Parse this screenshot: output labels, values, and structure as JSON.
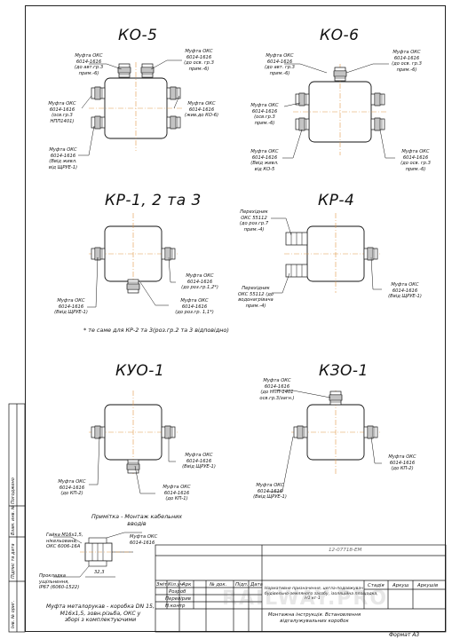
{
  "titles": {
    "ko5": "КО-5",
    "ko6": "КО-6",
    "kr123": "КР-1, 2 та 3",
    "kr4": "КР-4",
    "kuo1": "КУО-1",
    "kzo1": "КЗО-1"
  },
  "ko5": {
    "tl": "Муфта ОКС\n6014-1616\n(до авт.гр.3\nприм.-6)",
    "tr": "Муфта ОКС\n6014-1616\n(до осв. гр.3\nприм.-6)",
    "ml": "Муфта ОКС\n6014-1616\n(осв.гр.3\nНПП1401)",
    "mr": "Муфта ОКС\n6014-1616\n(жив.до КО-6)",
    "bl": "Муфта ОКС\n6014-1616\n(Ввід живл.\nвід ЩРУЕ-1)"
  },
  "ko6": {
    "tl": "Муфта ОКС\n6014-1616\n(до авт. гр.3\nприм.-6)",
    "tr": "Муфта ОКС\n6014-1616\n(до осв. гр.3\nприм.-6)",
    "ml": "Муфта ОКС\n6014-1616\n(осв.гр.3\nприм.-6)",
    "bl": "Муфта ОКС\n6014-1616\n(Ввід живл.\nвід КО-5",
    "br": "Муфта ОКС\n6014-1616\n(до осв. гр.3\nприм.-6)"
  },
  "kr123": {
    "r": "Муфта ОКС\n6014-1616\n(до роз.гр.1,2*)",
    "l": "Муфта ОКС\n6014-1616\n(Ввід ЩРУЕ-1)",
    "b": "Муфта ОКС\n6014-1616\n(до роз.гр. 1,1*)",
    "note": "*     те саме для КР-2 та 3(роз.гр.2 та 3 відповідно)"
  },
  "kr4": {
    "tl": "Перехідник\nОКС 55112\n(до роз.гр.7\nприм.-4)",
    "r": "Муфта ОКС\n6014-1616\n(Ввід ЩРУЕ-1)",
    "bl": "Перехідник\nОКС 55112 (до\nводонагрівача\nприм.-4)"
  },
  "kuo1": {
    "r": "Муфта ОКС\n6014-1616\n(Ввід ЩРУЕ-1)",
    "l": "Муфта ОКС\n6014-1616\n(до КП-2)",
    "b": "Муфта ОКС\n6014-1616\n(до КП-1)"
  },
  "kzo1": {
    "t": "Муфта ОКС\n6014-1616\n(до НПП-1401\nосв.гр.3/загн.)",
    "r": "Муфта ОКС\n6014-1616\n(до КП-2)",
    "b": "Муфта ОКС\n6014-1616\n(Ввід ЩРУЕ-1)"
  },
  "notes": {
    "primitka": "Примітка - Монтаж кабельних\nвводів",
    "gaika": "Гайка М16х1,5,\nнікельована,\nОКС 6006-16А",
    "mufta": "Муфта ОКС\n6014-1616",
    "prokladka": "Прокладка\nущільнення,\nIP67 (6060-1522)",
    "dim": "32,3",
    "caption": "Муфта металорукав - коробка DN 15,\nМ16х1,5, зовн.різьба, ОКС у\nзборі з комплектуючими"
  },
  "side_labels": [
    "Погоджено",
    "Взам. инв. №",
    "Підпис та дата",
    "Інв. № ориг."
  ],
  "titleblock": {
    "code": "12-07718-ЕМ",
    "headers": [
      "Зміт",
      "Кіл.уч",
      "Арк",
      "№ док.",
      "Підп.",
      "Дата"
    ],
    "roles": [
      "Розроб",
      "Перевірив",
      "Н.контр"
    ],
    "desc1": "Нормативне призначення, цегла-подовжувач\nбудівельно-земляного засобу, ізоляційна площадка,\nН1 кг-1",
    "stage": "Стадія",
    "sheet": "Аркуш",
    "sheets": "Аркушів",
    "desc2": "Монтажна інструкція. Встановлення\nвідгалужувальних коробок",
    "format": "Формат А3"
  },
  "watermark": "RAILWAY.PRO"
}
